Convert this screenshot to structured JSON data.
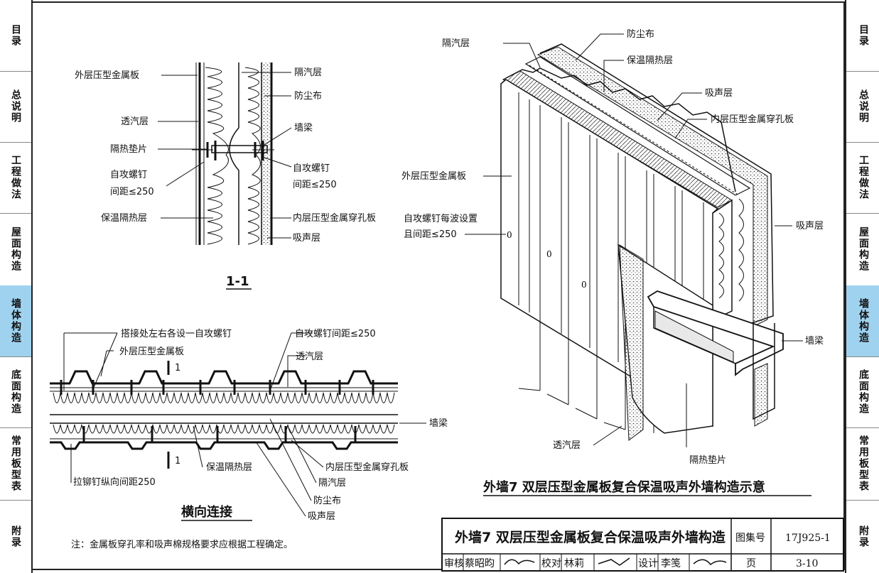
{
  "nav_left": [
    "目录",
    "总说明",
    "工程做法",
    "屋面构造",
    "墙体构造",
    "底面构造",
    "常用板型表",
    "附录"
  ],
  "nav_right": [
    "目录",
    "总说明",
    "工程做法",
    "屋面构造",
    "墙体构造",
    "底面构造",
    "常用板型表",
    "附录"
  ],
  "active_tab": "墙体构造",
  "section": {
    "caption": "1-1",
    "labels_left": [
      "外层压型金属板",
      "透汽层",
      "隔热垫片",
      "自攻螺钉",
      "间距≤250",
      "保温隔热层"
    ],
    "labels_right": [
      "隔汽层",
      "防尘布",
      "墙梁",
      "自攻螺钉",
      "间距≤250",
      "内层压型金属穿孔板",
      "吸声层"
    ]
  },
  "horizontal": {
    "caption": "横向连接",
    "labels_top": [
      "搭接处左右各设一自攻螺钉",
      "外层压型金属板",
      "自攻螺钉间距≤250",
      "透汽层"
    ],
    "label_right": "墙梁",
    "section_mark": "1",
    "labels_bottom": [
      "拉铆钉纵向间距250",
      "保温隔热层",
      "内层压型金属穿孔板",
      "隔汽层",
      "防尘布",
      "吸声层"
    ]
  },
  "iso": {
    "caption": "外墙7  双层压型金属板复合保温吸声外墙构造示意",
    "labels": [
      "隔汽层",
      "防尘布",
      "保温隔热层",
      "吸声层",
      "内层压型金属穿孔板",
      "外层压型金属板",
      "自攻螺钉每波设置",
      "且间距≤250",
      "吸声层",
      "墙梁",
      "透汽层",
      "隔热垫片"
    ]
  },
  "note": "注：金属板穿孔率和吸声棉规格要求应根据工程确定。",
  "title_block": {
    "title": "外墙7  双层压型金属板复合保温吸声外墙构造",
    "atlas_label": "图集号",
    "atlas_no": "17J925-1",
    "review_label": "审核",
    "reviewer": "蔡昭昀",
    "check_label": "校对",
    "checker": "林莉",
    "design_label": "设计",
    "designer": "李笺",
    "page_label": "页",
    "page_no": "3-10"
  }
}
